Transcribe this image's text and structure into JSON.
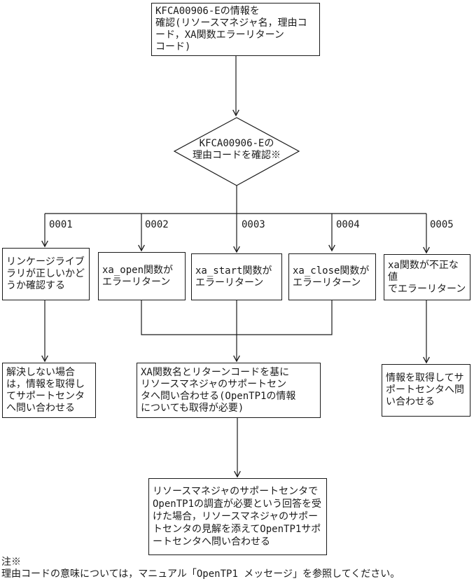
{
  "flowchart": {
    "start": {
      "text": "KFCA00906-Eの情報を\n確認(リソースマネジャ名，理由コ\nード，XA関数エラーリターン\nコード)"
    },
    "decision": {
      "text": "KFCA00906-Eの\n理由コードを確認※"
    },
    "branches": [
      {
        "label": "0001",
        "box": "リンケージライブ\nラリが正しいかど\nうか確認する"
      },
      {
        "label": "0002",
        "box": "xa_open関数が\nエラーリターン"
      },
      {
        "label": "0003",
        "box": "xa_start関数が\nエラーリターン"
      },
      {
        "label": "0004",
        "box": "xa_close関数が\nエラーリターン"
      },
      {
        "label": "0005",
        "box": "xa関数が不正な値\nでエラーリターン"
      }
    ],
    "actions": {
      "left": "解決しない場合\nは，情報を取得し\nてサポートセンタ\nへ問い合わせる",
      "middle": "XA関数名とリターンコードを基に\nリソースマネジャのサポートセン\nタへ問い合わせる(OpenTP1の情報\nについても取得が必要)",
      "right": "情報を取得してサ\nポートセンタへ問\nい合わせる"
    },
    "final": "リソースマネジャのサポートセンタで\nOpenTP1の調査が必要という回答を受\nけた場合，リソースマネジャのサポー\nトセンタの見解を添えてOpenTP1サポ\nートセンタへ問い合わせる"
  },
  "note": {
    "marker": "注※",
    "text": "理由コードの意味については，マニュアル「OpenTP1 メッセージ」を参照してください。"
  },
  "colors": {
    "line": "#1a1a1a",
    "background": "#ffffff"
  }
}
